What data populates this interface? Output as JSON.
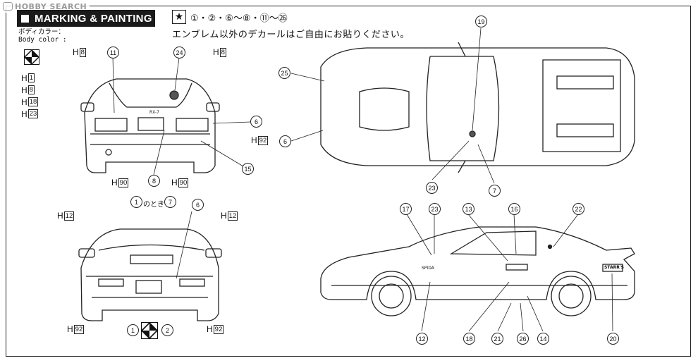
{
  "watermark": "HOBBY SEARCH",
  "title": "MARKING & PAINTING",
  "note": {
    "numbers": "①・②・⑥～⑧・⑪～㉖",
    "text": "エンブレム以外のデカールはご自由にお貼りください。"
  },
  "body_color": {
    "label_ja": "ボディカラー：",
    "label_en": "Body color  :"
  },
  "legend_codes": [
    "1",
    "8",
    "18",
    "23"
  ],
  "views": {
    "rear": {
      "left_code": "8",
      "right_code": "8",
      "bottom_left_code": "90",
      "bottom_mid_code": "90",
      "right_lower_code": "92",
      "callouts": [
        "11",
        "24",
        "6",
        "15",
        "8"
      ]
    },
    "front": {
      "left_code": "12",
      "right_code": "12",
      "bottom_left_code": "92",
      "bottom_right_code": "92",
      "top_note": "のとき",
      "top_note_left": "1",
      "top_note_right": "7",
      "top_callout": "6",
      "bottom_left_num": "1",
      "bottom_right_num": "2"
    },
    "top": {
      "callouts": [
        "19",
        "25",
        "6",
        "23",
        "7"
      ]
    },
    "side": {
      "callouts_top": [
        "17",
        "23",
        "13",
        "16",
        "22"
      ],
      "callouts_bottom": [
        "12",
        "18",
        "21",
        "26",
        "14",
        "20"
      ],
      "decals": [
        "SPIDA",
        "STARR'S"
      ]
    }
  },
  "badge_marks": [
    "RX-7"
  ]
}
